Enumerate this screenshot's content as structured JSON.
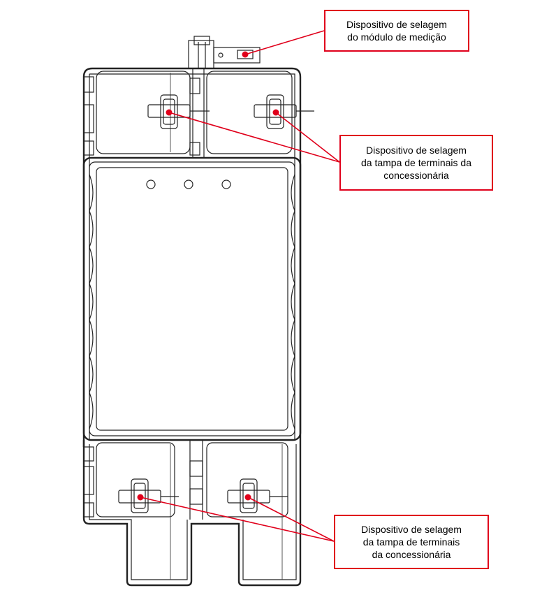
{
  "callouts": {
    "meter_seal": {
      "lines": [
        "Dispositivo de selagem",
        "do módulo de medição"
      ]
    },
    "top_terminal_cover_seal": {
      "lines": [
        "Dispositivo de selagem",
        "da tampa de terminais da",
        "concessionária"
      ]
    },
    "bottom_terminal_cover_seal": {
      "lines": [
        "Dispositivo de selagem",
        "da tampa de terminais",
        "da concessionária"
      ]
    }
  },
  "colors": {
    "callout_border": "#e0001b",
    "leader_line": "#e0001b",
    "drawing_line": "#222222",
    "background": "#ffffff"
  }
}
